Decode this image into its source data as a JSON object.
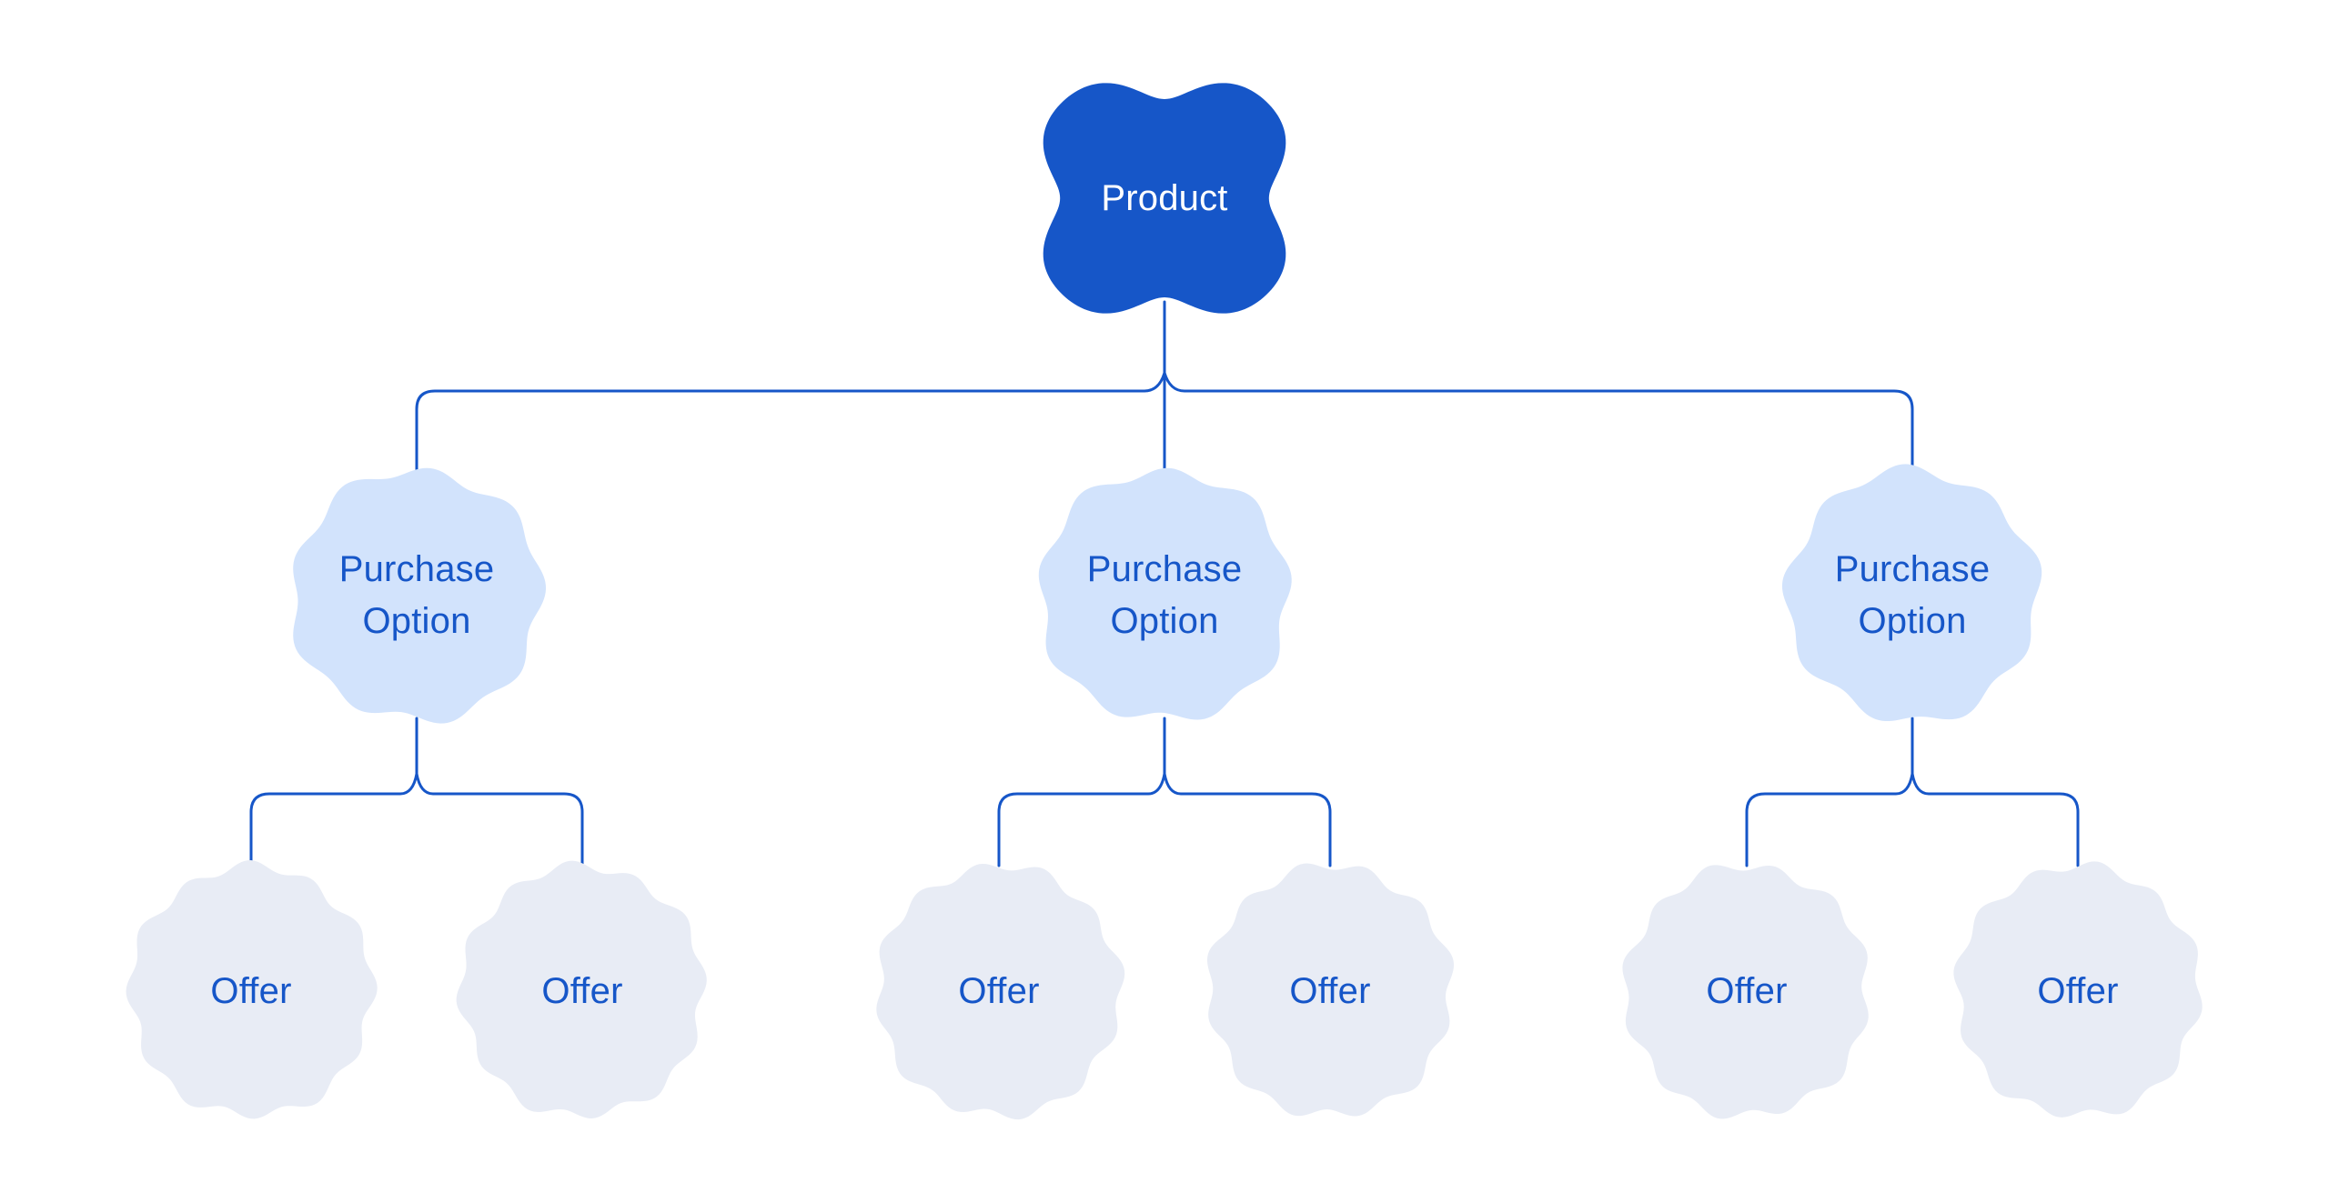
{
  "diagram": {
    "background": "#FFFFFF",
    "colors": {
      "primary_blue": "#1656C8",
      "connector_blue": "#1656C8",
      "purchase_option_fill": "#D2E3FC",
      "offer_fill": "#E8ECF5",
      "label_blue": "#1656C8",
      "product_label_color": "#FFFFFF"
    },
    "product": {
      "label": "Product"
    },
    "purchase_options": [
      {
        "label": "Purchase Option",
        "offers": [
          {
            "label": "Offer"
          },
          {
            "label": "Offer"
          }
        ]
      },
      {
        "label": "Purchase Option",
        "offers": [
          {
            "label": "Offer"
          },
          {
            "label": "Offer"
          }
        ]
      },
      {
        "label": "Purchase Option",
        "offers": [
          {
            "label": "Offer"
          },
          {
            "label": "Offer"
          }
        ]
      }
    ]
  }
}
